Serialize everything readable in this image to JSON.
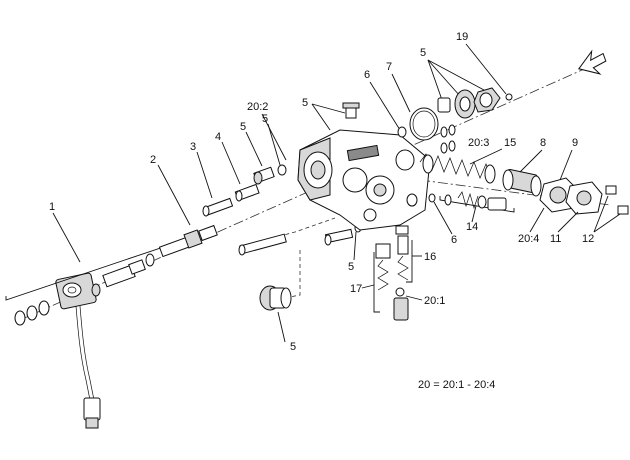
{
  "callouts": {
    "c1": "1",
    "c2": "2",
    "c3": "3",
    "c4": "4",
    "c5a": "5",
    "c5b": "5",
    "c5c": "5",
    "c5d": "5",
    "c5e": "5",
    "c5f": "5",
    "c6a": "6",
    "c6b": "6",
    "c7": "7",
    "c8": "8",
    "c9": "9",
    "c11": "11",
    "c12": "12",
    "c14": "14",
    "c15": "15",
    "c16": "16",
    "c17": "17",
    "c19": "19",
    "c20_1": "20:1",
    "c20_2": "20:2",
    "c20_3": "20:3",
    "c20_4": "20:4"
  },
  "footnote": "20 = 20:1 - 20:4",
  "icons": {
    "direction_arrow": "direction-arrow-icon"
  }
}
